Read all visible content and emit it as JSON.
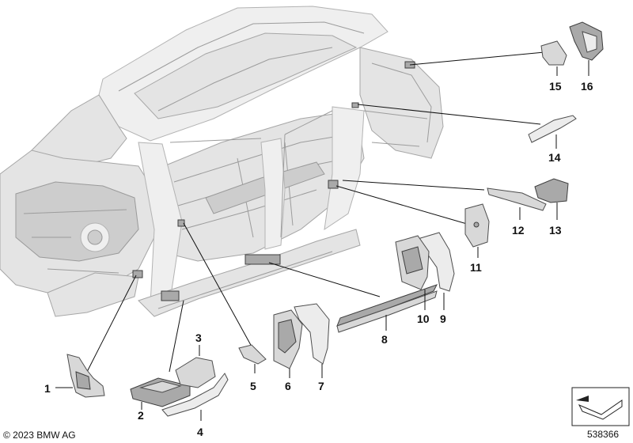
{
  "diagram": {
    "callouts": [
      {
        "id": "1",
        "label": "1"
      },
      {
        "id": "2",
        "label": "2"
      },
      {
        "id": "3",
        "label": "3"
      },
      {
        "id": "4",
        "label": "4"
      },
      {
        "id": "5",
        "label": "5"
      },
      {
        "id": "6",
        "label": "6"
      },
      {
        "id": "7",
        "label": "7"
      },
      {
        "id": "8",
        "label": "8"
      },
      {
        "id": "9",
        "label": "9"
      },
      {
        "id": "10",
        "label": "10"
      },
      {
        "id": "11",
        "label": "11"
      },
      {
        "id": "12",
        "label": "12"
      },
      {
        "id": "13",
        "label": "13"
      },
      {
        "id": "14",
        "label": "14"
      },
      {
        "id": "15",
        "label": "15"
      },
      {
        "id": "16",
        "label": "16"
      }
    ],
    "copyright": "© 2023 BMW AG",
    "figure_number": "538366"
  }
}
